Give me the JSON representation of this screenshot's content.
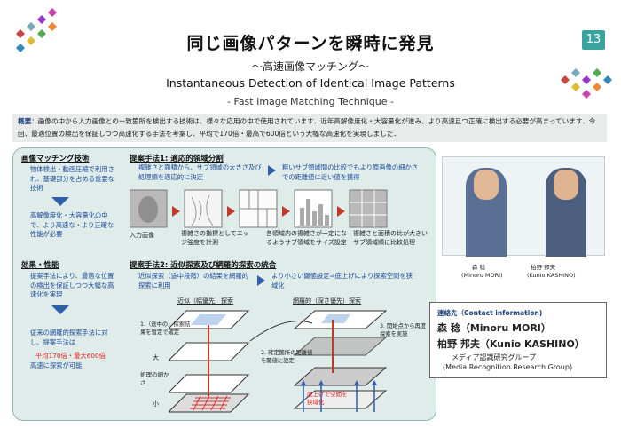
{
  "header": {
    "title": "同じ画像パターンを瞬時に発見",
    "subtitle_ja": "〜高速画像マッチング〜",
    "subtitle_en": "Instantaneous Detection of Identical Image Patterns",
    "subtitle_en2": "- Fast Image Matching Technique -",
    "page_number": "13"
  },
  "overview": {
    "label": "概要",
    "text": "：画像の中から入力画像との一致箇所を検出する技術は、様々な応用の中で使用されています．近年高解像度化・大容量化が進み、より高速且つ正確に検出する必要が高まっています．今回、最適位置の検出を保証しつつ高速化する手法を考案し、平均で170倍・最高で600倍という大幅な高速化を実現しました．"
  },
  "left_col": {
    "sec1_title": "画像マッチング技術",
    "sec1_text1": "物体検出・動画圧縮で利用され、基礎部分を占める重要な技術",
    "sec1_text2": "高解像度化・大容量化の中で、より高速な・より正確な性能が必要",
    "sec2_title": "効果・性能",
    "sec2_text1": "提案手法により、最適な位置の検出を保証しつつ大幅な高速化を実現",
    "sec2_text2": "従来の網羅的探索手法に対し、提案手法は",
    "sec2_highlight": "平均170倍・最大600倍",
    "sec2_text3": "高速に探索が可能"
  },
  "method1": {
    "title": "提案手法1: 適応的領域分割",
    "desc_left": "複雑さと面積から、サブ領域の大きさ及び処理順を適応的に決定",
    "desc_right": "粗いサブ領域間の比較でもより原画像の細かさでの距離値に近い値を獲得",
    "cap_input": "入力画像",
    "cap_edge": "複雑さの指標としてエッジ強度を計測",
    "cap_size": "各領域内の複雑さが一定になるようサブ領域をサイズ設定",
    "cap_ratio": "複雑さと面積の比が大きいサブ領域順に比較処理"
  },
  "method2": {
    "title": "提案手法2: 近似探索及び網羅的探索の統合",
    "desc_left": "近似探索（途中段階）の結果を網羅的探索に利用",
    "desc_right": "より小さい閾値設定⇒底上げにより探索空間を狭域化",
    "label_approx": "近似（幅優先）探索",
    "label_exhaustive": "網羅的（深さ優先）探索",
    "step1": "1.（途中の）探索結果を暫定で確定",
    "step2": "2. 確定箇所の距離値を閾値に設定",
    "step3": "3. 開始点から再度探索を実施",
    "axis_big": "大",
    "axis_label": "処理の細かさ",
    "axis_small": "小",
    "bottom_note": "底上げで空間を狭域化"
  },
  "people": {
    "name1": "森 稔",
    "romaji1": "(Minoru MORI)",
    "name2": "柏野 邦夫",
    "romaji2": "(Kunio KASHINO)"
  },
  "contact": {
    "label": "連絡先（Contact information)",
    "person1": "森 稔（Minoru MORI）",
    "person2": "柏野 邦夫（Kunio KASHINO）",
    "group_ja": "メディア認識研究グループ",
    "group_en": "(Media Recognition Research Group)"
  },
  "colors": {
    "accent": "#3aa39d",
    "panel": "#dfece9",
    "text_blue": "#1c4a9c",
    "highlight_red": "#dd2222"
  }
}
